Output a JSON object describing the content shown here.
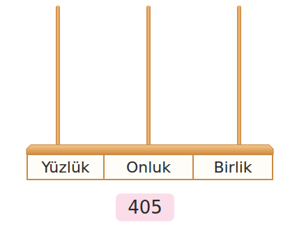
{
  "diagram": {
    "nodes": [
      {
        "text": [
          "Yüzlük"
        ]
      },
      {
        "text": [
          "Onluk"
        ]
      },
      {
        "text": [
          "Birlik"
        ]
      },
      {
        "text": [
          "405"
        ]
      }
    ]
  }
}
